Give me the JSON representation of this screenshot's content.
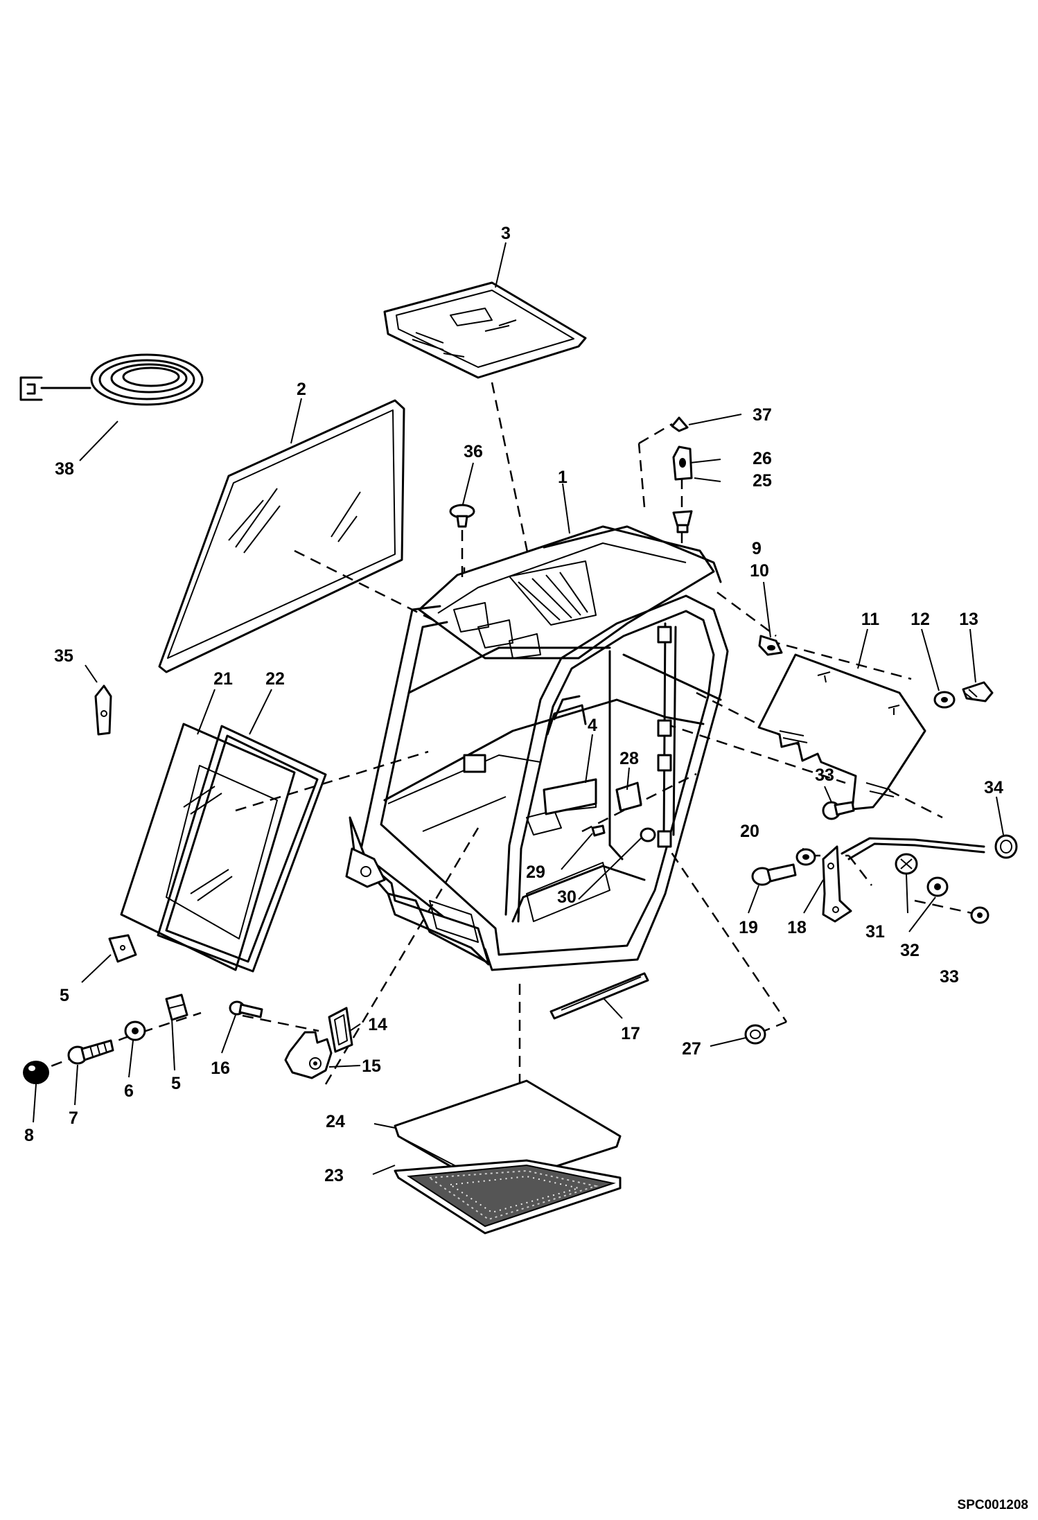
{
  "drawing_code": "SPC001208",
  "callouts": [
    {
      "id": "c1",
      "label": "1"
    },
    {
      "id": "c2",
      "label": "2"
    },
    {
      "id": "c3",
      "label": "3"
    },
    {
      "id": "c4",
      "label": "4"
    },
    {
      "id": "c5a",
      "label": "5"
    },
    {
      "id": "c5b",
      "label": "5"
    },
    {
      "id": "c6",
      "label": "6"
    },
    {
      "id": "c7",
      "label": "7"
    },
    {
      "id": "c8",
      "label": "8"
    },
    {
      "id": "c9",
      "label": "9"
    },
    {
      "id": "c10",
      "label": "10"
    },
    {
      "id": "c11",
      "label": "11"
    },
    {
      "id": "c12",
      "label": "12"
    },
    {
      "id": "c13",
      "label": "13"
    },
    {
      "id": "c14",
      "label": "14"
    },
    {
      "id": "c15",
      "label": "15"
    },
    {
      "id": "c16",
      "label": "16"
    },
    {
      "id": "c17",
      "label": "17"
    },
    {
      "id": "c18",
      "label": "18"
    },
    {
      "id": "c19",
      "label": "19"
    },
    {
      "id": "c20",
      "label": "20"
    },
    {
      "id": "c21",
      "label": "21"
    },
    {
      "id": "c22",
      "label": "22"
    },
    {
      "id": "c23",
      "label": "23"
    },
    {
      "id": "c24",
      "label": "24"
    },
    {
      "id": "c25",
      "label": "25"
    },
    {
      "id": "c26",
      "label": "26"
    },
    {
      "id": "c27",
      "label": "27"
    },
    {
      "id": "c28",
      "label": "28"
    },
    {
      "id": "c29",
      "label": "29"
    },
    {
      "id": "c30",
      "label": "30"
    },
    {
      "id": "c31",
      "label": "31"
    },
    {
      "id": "c32",
      "label": "32"
    },
    {
      "id": "c33a",
      "label": "33"
    },
    {
      "id": "c33b",
      "label": "33"
    },
    {
      "id": "c34",
      "label": "34"
    },
    {
      "id": "c35",
      "label": "35"
    },
    {
      "id": "c36",
      "label": "36"
    },
    {
      "id": "c37",
      "label": "37"
    },
    {
      "id": "c38",
      "label": "38"
    }
  ]
}
